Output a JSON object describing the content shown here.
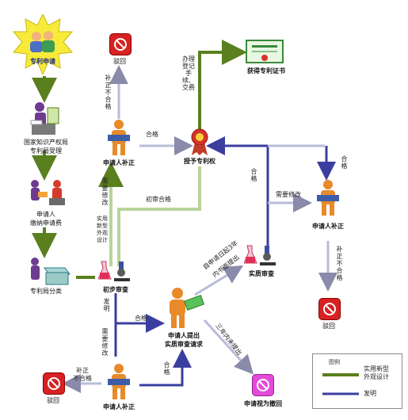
{
  "nodes": {
    "apply": "专利申请",
    "sipo_line1": "国家知识产权局",
    "sipo_line2": "专利局受理",
    "fee_line1": "申请人",
    "fee_line2": "缴纳申请费",
    "classify": "专利局分类",
    "prelim": "初步审查",
    "applicant_top": "申请人补正",
    "grant": "授予专利权",
    "certificate": "获得专利证书",
    "applicant_right": "申请人补正",
    "request_line1": "申请人提出",
    "request_line2": "实质审查请求",
    "substantive": "实质审查",
    "applicant_bottom": "申请人补正",
    "deemed_withdrawn": "申请视为撤回",
    "reject_top": "驳回",
    "reject_right": "驳回",
    "reject_bottom": "驳回"
  },
  "edges": {
    "pass_top": "合格",
    "supplement_fail_top": "补正不合格",
    "need_modify_top": "需要修改",
    "utility_design": "实用新型外观设计",
    "prelim_pass": "初审合格",
    "register_fee": "办理登记手续、交费",
    "pass_right": "合格",
    "need_modify_right": "需要修改",
    "supplement_fail_right": "补正不合格",
    "invention": "发明",
    "pass_mid": "合格",
    "need_modify_bottom": "需要修改",
    "supplement_fail_bottom_line1": "补正",
    "supplement_fail_bottom_line2": "不合格",
    "pass_bottom": "合格",
    "three_years_line1": "自申请日起3年",
    "three_years_line2": "内书面提出",
    "overdue": "三年内未提出"
  },
  "legend": {
    "title": "图例",
    "green_label_line1": "实用新型",
    "green_label_line2": "外观设计",
    "blue_label": "发明"
  },
  "colors": {
    "green_line": "#5a7f1e",
    "blue_line": "#3a3f9f",
    "person_orange": "#e88a2a",
    "reject_red": "#d62222",
    "withdraw_pink": "#e24bd8"
  }
}
